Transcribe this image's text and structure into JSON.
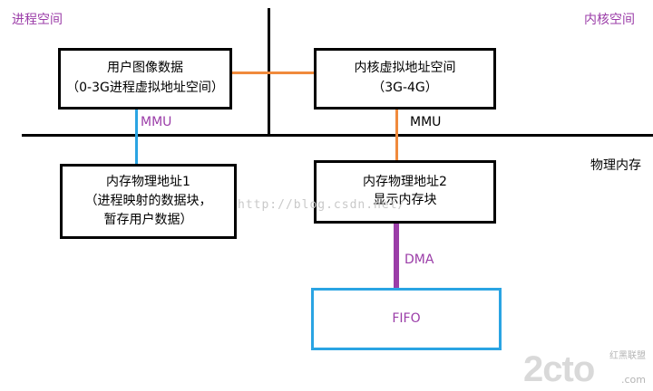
{
  "regions": {
    "process_space": "进程空间",
    "kernel_space": "内核空间",
    "physical_memory": "物理内存"
  },
  "boxes": {
    "user_image": {
      "line1": "用户图像数据",
      "line2": "（0-3G进程虚拟地址空间）"
    },
    "kernel_virtual": {
      "line1": "内核虚拟地址空间",
      "line2": "（3G-4G）"
    },
    "phys1": {
      "line1": "内存物理地址1",
      "line2": "（进程映射的数据块，",
      "line3": "暂存用户数据）"
    },
    "phys2": {
      "line1": "内存物理地址2",
      "line2": "显示内存块"
    },
    "fifo": {
      "label": "FIFO"
    }
  },
  "connectors": {
    "mmu_left": "MMU",
    "mmu_right": "MMU",
    "dma": "DMA"
  },
  "watermark": "http://blog.csdn.net/",
  "logo": {
    "main": "2cto",
    "sub": "红黑联盟",
    "domain": ".com"
  },
  "colors": {
    "orange": "#f08a3c",
    "blue": "#2aa4e3",
    "purple": "#9b3da8"
  }
}
